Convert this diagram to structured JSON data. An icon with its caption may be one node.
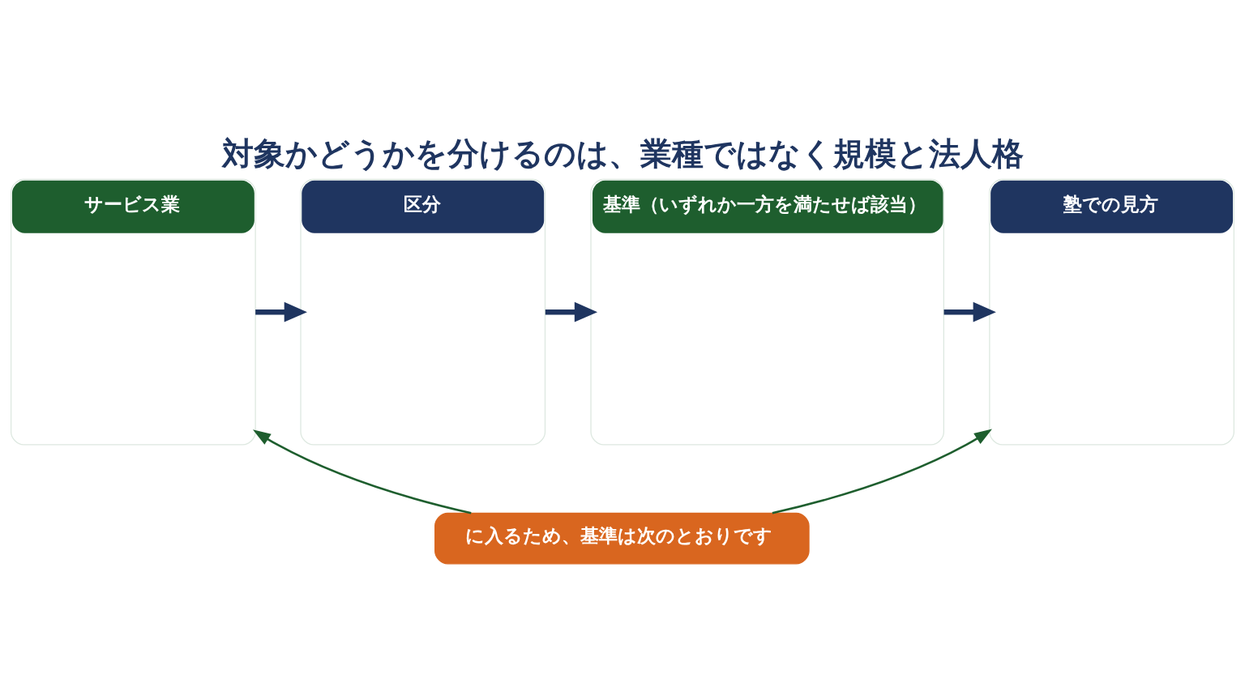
{
  "diagram": {
    "title": "対象かどうかを分けるのは、業種ではなく規模と法人格",
    "nodes": [
      {
        "text": [
          "サービス業"
        ]
      },
      {
        "text": [
          "区分"
        ]
      },
      {
        "text": [
          "基準（いずれか一方を満たせば該当）"
        ]
      },
      {
        "text": [
          "塾での見方"
        ]
      },
      {
        "text": [
          "に入るため、基準は次のとおりです"
        ]
      }
    ],
    "edges": [
      {
        "from": 0,
        "to": 1,
        "arrow": "to"
      },
      {
        "from": 1,
        "to": 2,
        "arrow": "to"
      },
      {
        "from": 2,
        "to": 3,
        "arrow": "to"
      },
      {
        "from": 4,
        "to": 0,
        "arrow": "to",
        "color": "#1e5e2e"
      },
      {
        "from": 4,
        "to": 3,
        "arrow": "to",
        "color": "#1e5e2e"
      }
    ]
  }
}
